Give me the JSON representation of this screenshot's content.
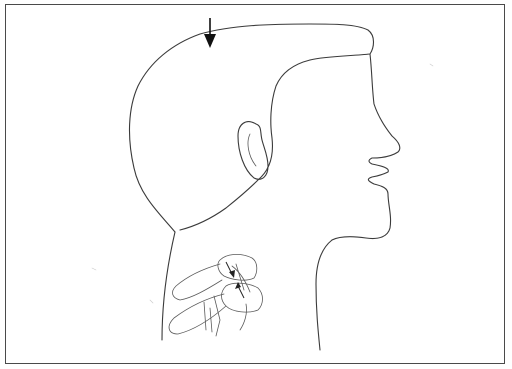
{
  "figure": {
    "subject": "head-and-neck-profile",
    "markers": [
      "downward-arrow-at-vertex",
      "cervical-spine-arrows"
    ],
    "colors": {
      "ink": "#3a3a3a",
      "frame": "#4a4a4a",
      "background": "#ffffff"
    }
  }
}
